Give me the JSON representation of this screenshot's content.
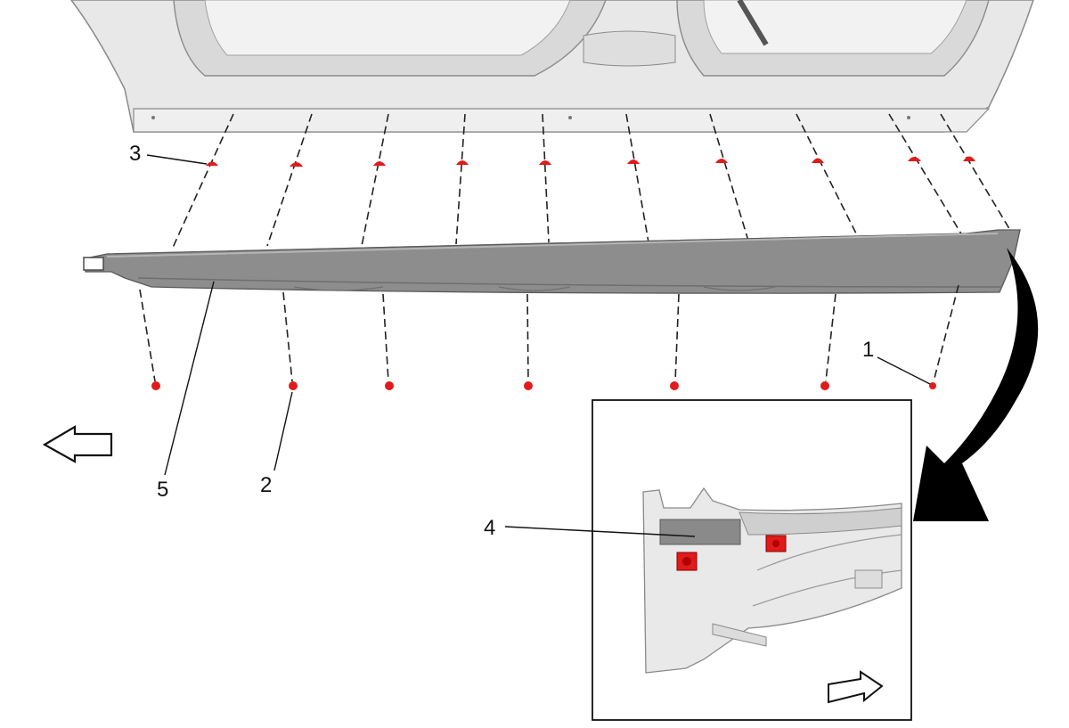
{
  "callouts": {
    "c1": "1",
    "c2": "2",
    "c3": "3",
    "c4": "4",
    "c5": "5"
  },
  "colors": {
    "body_panel": "#e6e6e6",
    "body_edge": "#8a8a8a",
    "rocker_molding": "#8d8d8d",
    "fastener": "#e01b1b",
    "inset_bg": "#ffffff",
    "callout_text": "#111111"
  },
  "icons": {
    "forward_arrow": "arrow-left-outline-icon",
    "detail_arrow": "curved-arrow-icon",
    "inset_arrow": "arrow-right-outline-icon"
  }
}
